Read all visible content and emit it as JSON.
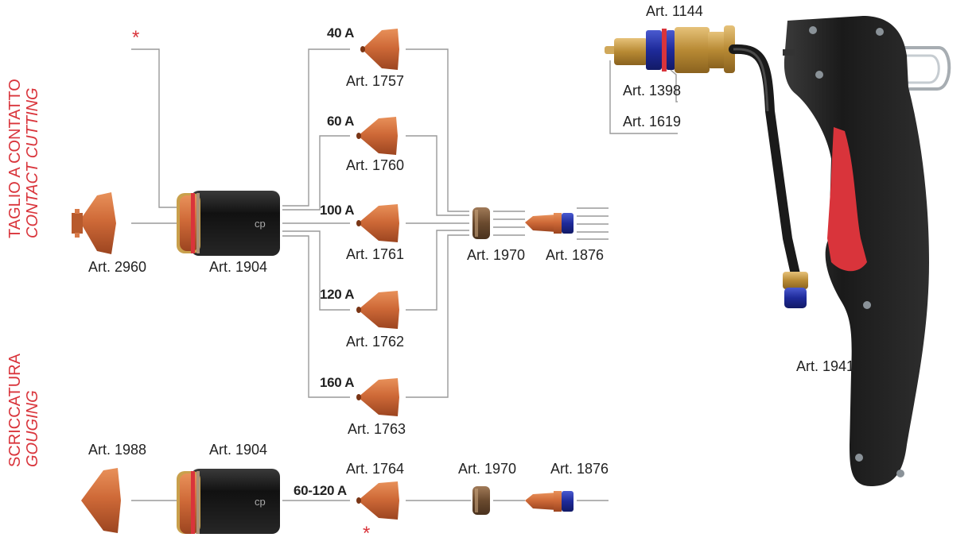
{
  "sections": {
    "contact_cutting": {
      "title_it": "TAGLIO A CONTATTO",
      "title_en": "CONTACT CUTTING"
    },
    "gouging": {
      "title_it": "SCRICCATURA",
      "title_en": "GOUGING"
    }
  },
  "marker": "*",
  "parts": {
    "art_2960": "Art. 2960",
    "art_1904_cut": "Art. 1904",
    "art_1757": "Art. 1757",
    "art_1760": "Art. 1760",
    "art_1761": "Art. 1761",
    "art_1762": "Art. 1762",
    "art_1763": "Art. 1763",
    "art_1970_cut": "Art. 1970",
    "art_1876_cut": "Art. 1876",
    "art_1988": "Art. 1988",
    "art_1904_goug": "Art. 1904",
    "art_1764": "Art. 1764",
    "art_1970_goug": "Art. 1970",
    "art_1876_goug": "Art. 1876",
    "art_1144": "Art. 1144",
    "art_1398": "Art. 1398",
    "art_1619": "Art. 1619",
    "art_1941": "Art. 1941"
  },
  "currents": {
    "a40": "40 A",
    "a60": "60 A",
    "a100": "100 A",
    "a120": "120 A",
    "a160": "160 A",
    "a60_120": "60-120 A"
  },
  "colors": {
    "accent_red": "#d9343b",
    "copper": "#c8673a",
    "line_gray": "#9a9a9a",
    "body_black": "#1e1e1e"
  }
}
